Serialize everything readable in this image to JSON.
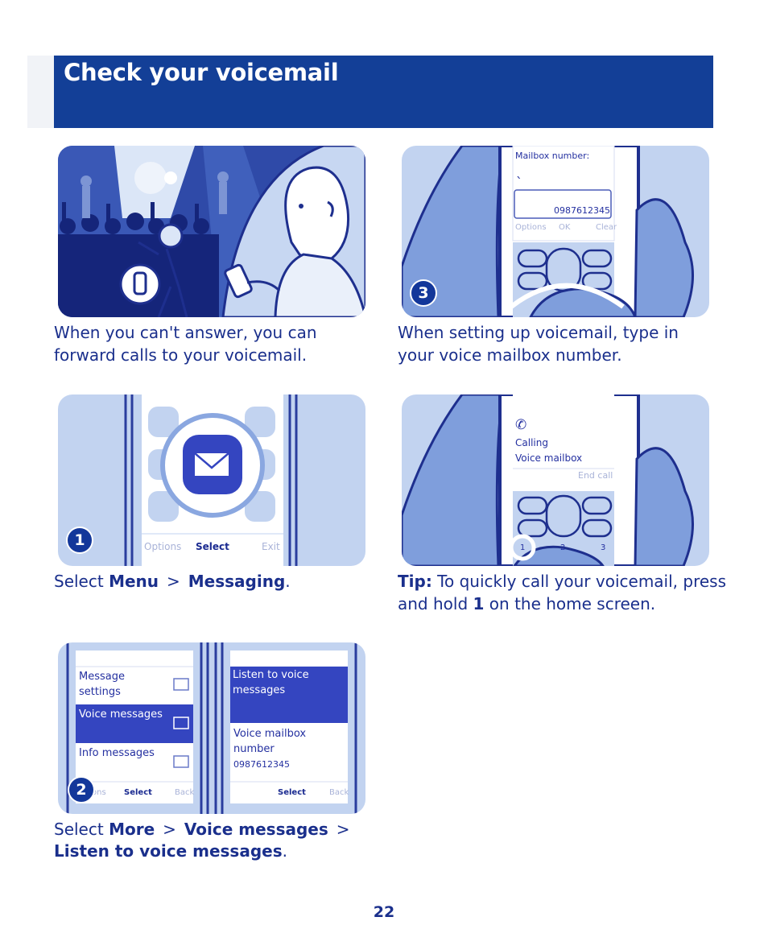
{
  "header": {
    "title": "Check your voicemail"
  },
  "step1": {
    "caption": "When you can't answer, you can forward calls to your voicemail."
  },
  "step2": {
    "badge": "3",
    "screen_label": "Mailbox number:",
    "number": "0987612345",
    "softkeys": [
      "Options",
      "OK",
      "Clear"
    ],
    "caption": "When setting up voicemail, type in your voice mailbox number."
  },
  "step3": {
    "badge": "1",
    "softkeys": [
      "Options",
      "Select",
      "Exit"
    ],
    "caption_prefix": "Select",
    "menu": "Menu",
    "separator": ">",
    "messaging": "Messaging",
    "period": "."
  },
  "step4": {
    "line1": "Calling",
    "line2": "Voice mailbox",
    "softkey": "End call",
    "keys": [
      "1",
      "2",
      "3"
    ],
    "tip_label": "Tip:",
    "tip_text_1": "To quickly call your voicemail, press and hold",
    "tip_key": "1",
    "tip_text_2": "on the home screen."
  },
  "step5": {
    "badge": "2",
    "left_menu": [
      "Message settings",
      "Voice messages",
      "Info messages"
    ],
    "left_softkeys": [
      "ons",
      "Select",
      "Back"
    ],
    "right_selected": "Listen to voice messages",
    "right_item": "Voice mailbox number",
    "right_number": "0987612345",
    "right_softkeys": [
      "Select",
      "Back"
    ],
    "caption_prefix": "Select",
    "more": "More",
    "separator": ">",
    "voice_messages": "Voice messages",
    "listen": "Listen to voice messages",
    "period": "."
  },
  "page": {
    "number": "22"
  },
  "colors": {
    "header": "#133f97",
    "text": "#1a2f8c",
    "panel": "#c2d3f0",
    "accent": "#3445c0"
  }
}
